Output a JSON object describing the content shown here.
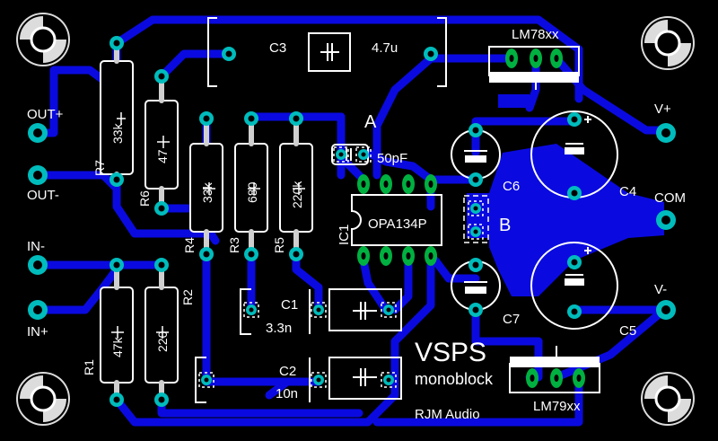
{
  "board": {
    "title": "VSPS",
    "subtitle": "monoblock",
    "maker": "RJM Audio"
  },
  "colors": {
    "background": "#000000",
    "copper": "#0a0ae0",
    "pad": "#00bcbc",
    "silk": "#ffffff",
    "component_body": "#e6e6e6"
  },
  "connectors": {
    "out_plus": "OUT+",
    "out_minus": "OUT-",
    "in_minus": "IN-",
    "in_plus": "IN+",
    "v_plus": "V+",
    "com": "COM",
    "v_minus": "V-"
  },
  "resistors": [
    {
      "ref": "R7",
      "value": "33k"
    },
    {
      "ref": "R6",
      "value": "47"
    },
    {
      "ref": "R4",
      "value": "33k"
    },
    {
      "ref": "R3",
      "value": "680"
    },
    {
      "ref": "R5",
      "value": "220k"
    },
    {
      "ref": "R1",
      "value": "47k"
    },
    {
      "ref": "R2",
      "value": "220"
    }
  ],
  "capacitors": {
    "c3": {
      "ref": "C3",
      "value": "4.7u"
    },
    "c1": {
      "ref": "C1",
      "value": "3.3n"
    },
    "c2": {
      "ref": "C2",
      "value": "10n"
    },
    "cf": {
      "value": "50pF"
    },
    "c6": {
      "ref": "C6"
    },
    "c7": {
      "ref": "C7"
    },
    "c4": {
      "ref": "C4"
    },
    "c5": {
      "ref": "C5"
    }
  },
  "ic": {
    "ref": "IC1",
    "part": "OPA134P"
  },
  "regulators": {
    "pos": "LM78xx",
    "neg": "LM79xx"
  },
  "test_points": {
    "a": "A",
    "b": "B"
  }
}
